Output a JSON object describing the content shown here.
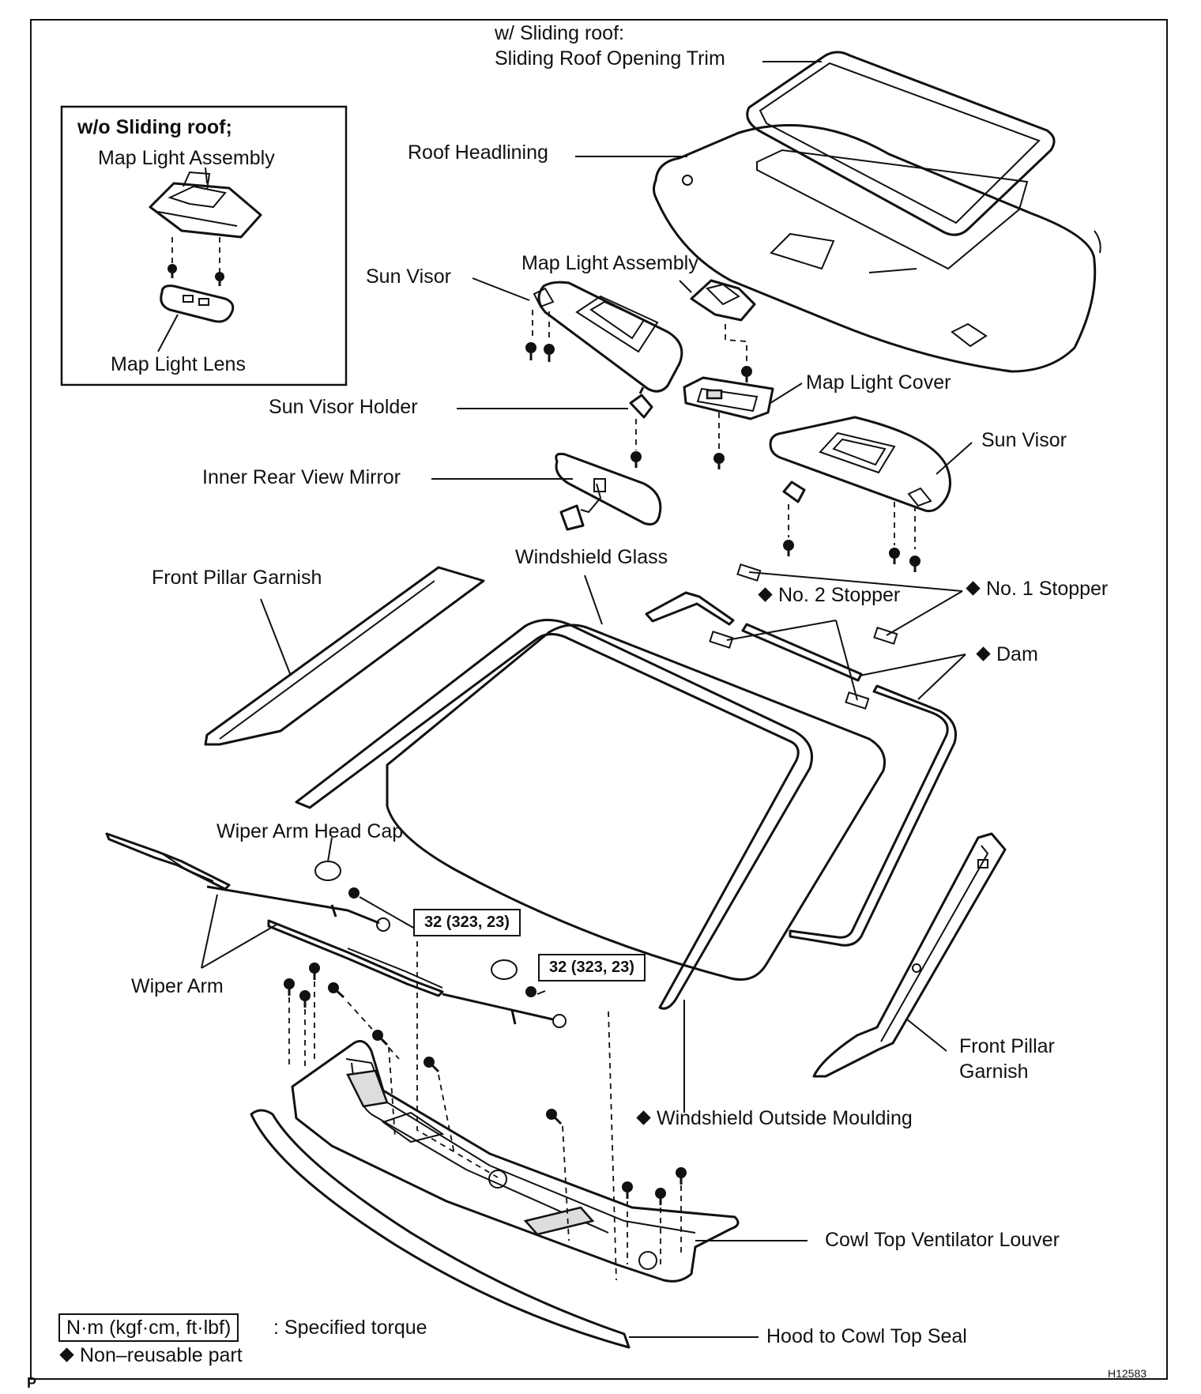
{
  "labels": {
    "sliding_roof_1": "w/ Sliding roof:",
    "sliding_roof_2": "Sliding Roof Opening Trim",
    "inset_title": "w/o Sliding roof;",
    "inset_map_light_assembly": "Map Light Assembly",
    "inset_map_light_lens": "Map Light Lens",
    "roof_headlining": "Roof Headlining",
    "sun_visor_left": "Sun Visor",
    "map_light_assembly": "Map Light Assembly",
    "map_light_cover": "Map Light Cover",
    "sun_visor_holder": "Sun Visor Holder",
    "sun_visor_right": "Sun Visor",
    "inner_rear_view_mirror": "Inner Rear View Mirror",
    "windshield_glass": "Windshield Glass",
    "front_pillar_garnish_left": "Front Pillar Garnish",
    "no2_stopper": "No. 2 Stopper",
    "no1_stopper": "No. 1 Stopper",
    "dam": "Dam",
    "wiper_arm_head_cap": "Wiper Arm Head Cap",
    "torque_1": "32 (323, 23)",
    "torque_2": "32 (323, 23)",
    "wiper_arm": "Wiper Arm",
    "front_pillar_garnish_right_1": "Front Pillar",
    "front_pillar_garnish_right_2": "Garnish",
    "windshield_outside_moulding": "Windshield Outside Moulding",
    "cowl_top_ventilator_louver": "Cowl Top Ventilator Louver",
    "hood_to_cowl_top_seal": "Hood to Cowl Top Seal"
  },
  "legend": {
    "torque_units": "N·m (kgf·cm, ft·lbf)",
    "torque_desc": ": Specified torque",
    "non_reusable": "Non–reusable part"
  },
  "corner_marks": {
    "bottom_left": "P",
    "figure_code": "H12583"
  }
}
